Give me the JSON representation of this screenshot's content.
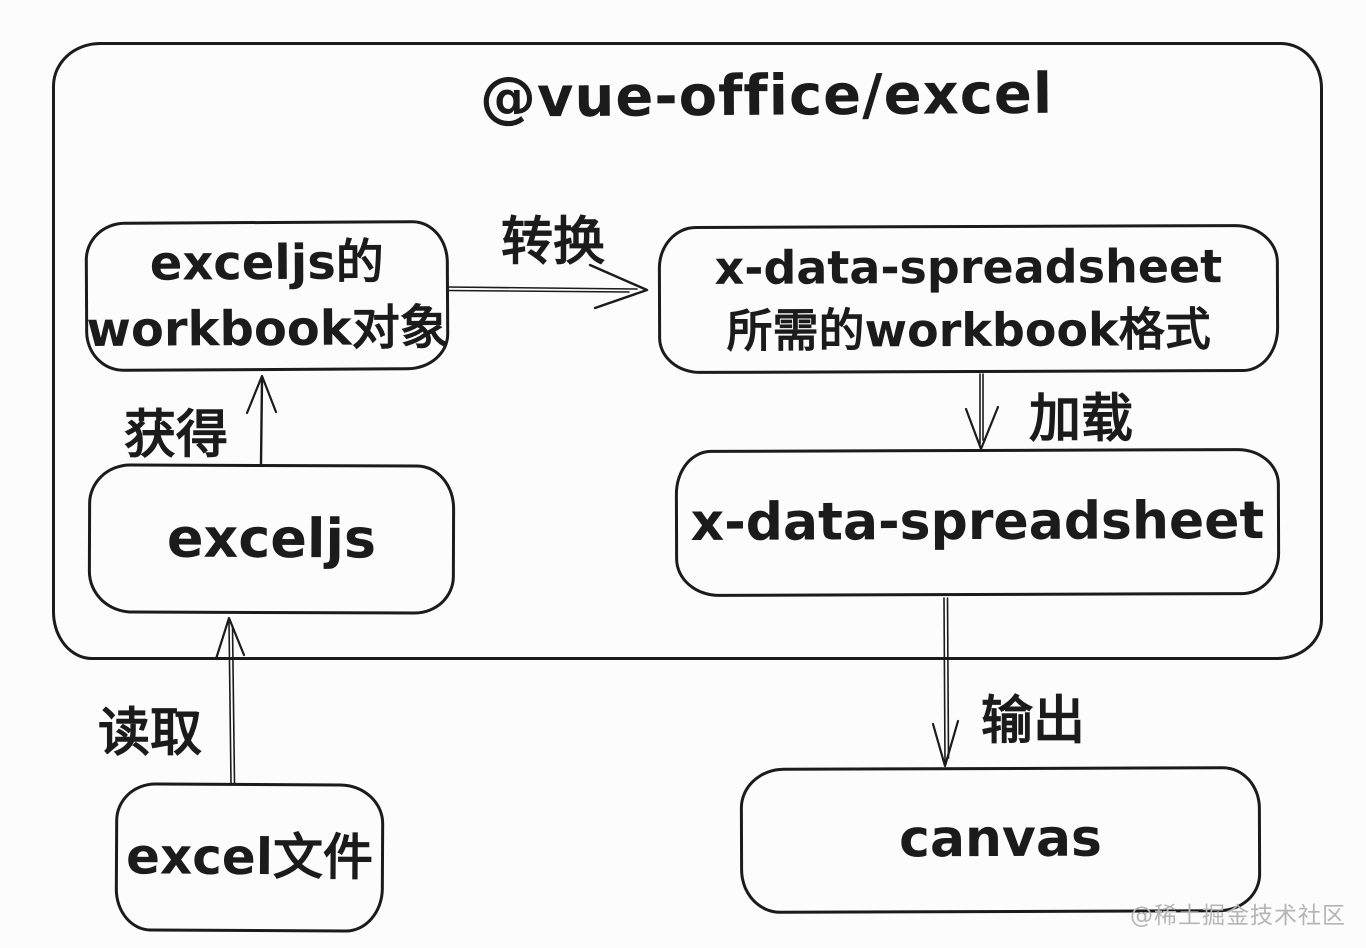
{
  "diagram": {
    "title": "@vue-office/excel",
    "nodes": {
      "exceljs_workbook": {
        "line1": "exceljs的",
        "line2": "workbook对象"
      },
      "xspreadsheet_workbook": {
        "line1": "x-data-spreadsheet",
        "line2": "所需的workbook格式"
      },
      "exceljs": {
        "label": "exceljs"
      },
      "xspreadsheet": {
        "label": "x-data-spreadsheet"
      },
      "excel_file": {
        "label": "excel文件"
      },
      "canvas": {
        "label": "canvas"
      }
    },
    "edges": {
      "convert": {
        "label": "转换"
      },
      "obtain": {
        "label": "获得"
      },
      "load": {
        "label": "加载"
      },
      "read": {
        "label": "读取"
      },
      "output": {
        "label": "输出"
      }
    },
    "watermark": "@稀土掘金技术社区",
    "colors": {
      "stroke": "#1b1b1b",
      "background": "#fcfcfc",
      "watermark": "#b5b5b5"
    }
  }
}
